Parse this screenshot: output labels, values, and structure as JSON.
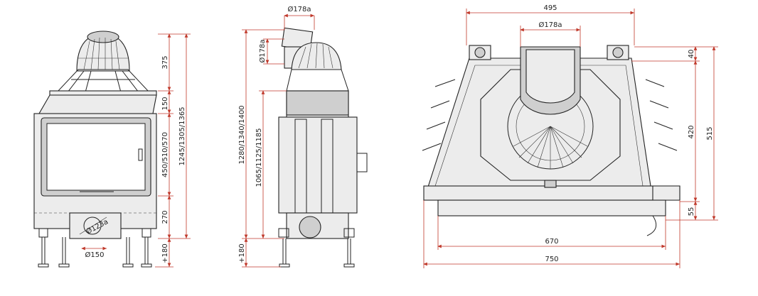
{
  "dimensions": {
    "front": {
      "height_375": "375",
      "height_150": "150",
      "height_window": "450/510/570",
      "height_270": "270",
      "height_total": "1245/1305/1365",
      "leg_180": "+180",
      "diameter_inlet": "Ø123a",
      "diameter_150": "Ø150"
    },
    "side": {
      "flue_diameter_top": "Ø178a",
      "flue_diameter_side": "Ø178a",
      "height_total": "1280/1340/1400",
      "height_lower": "1065/1125/1185",
      "leg_180": "+180"
    },
    "top": {
      "width_495": "495",
      "flue_diameter": "Ø178a",
      "depth_40": "40",
      "depth_420": "420",
      "depth_515": "515",
      "depth_55": "55",
      "width_670": "670",
      "width_750": "750"
    }
  },
  "colors": {
    "dimension_line": "#c0392b",
    "drawing_line": "#222222"
  }
}
